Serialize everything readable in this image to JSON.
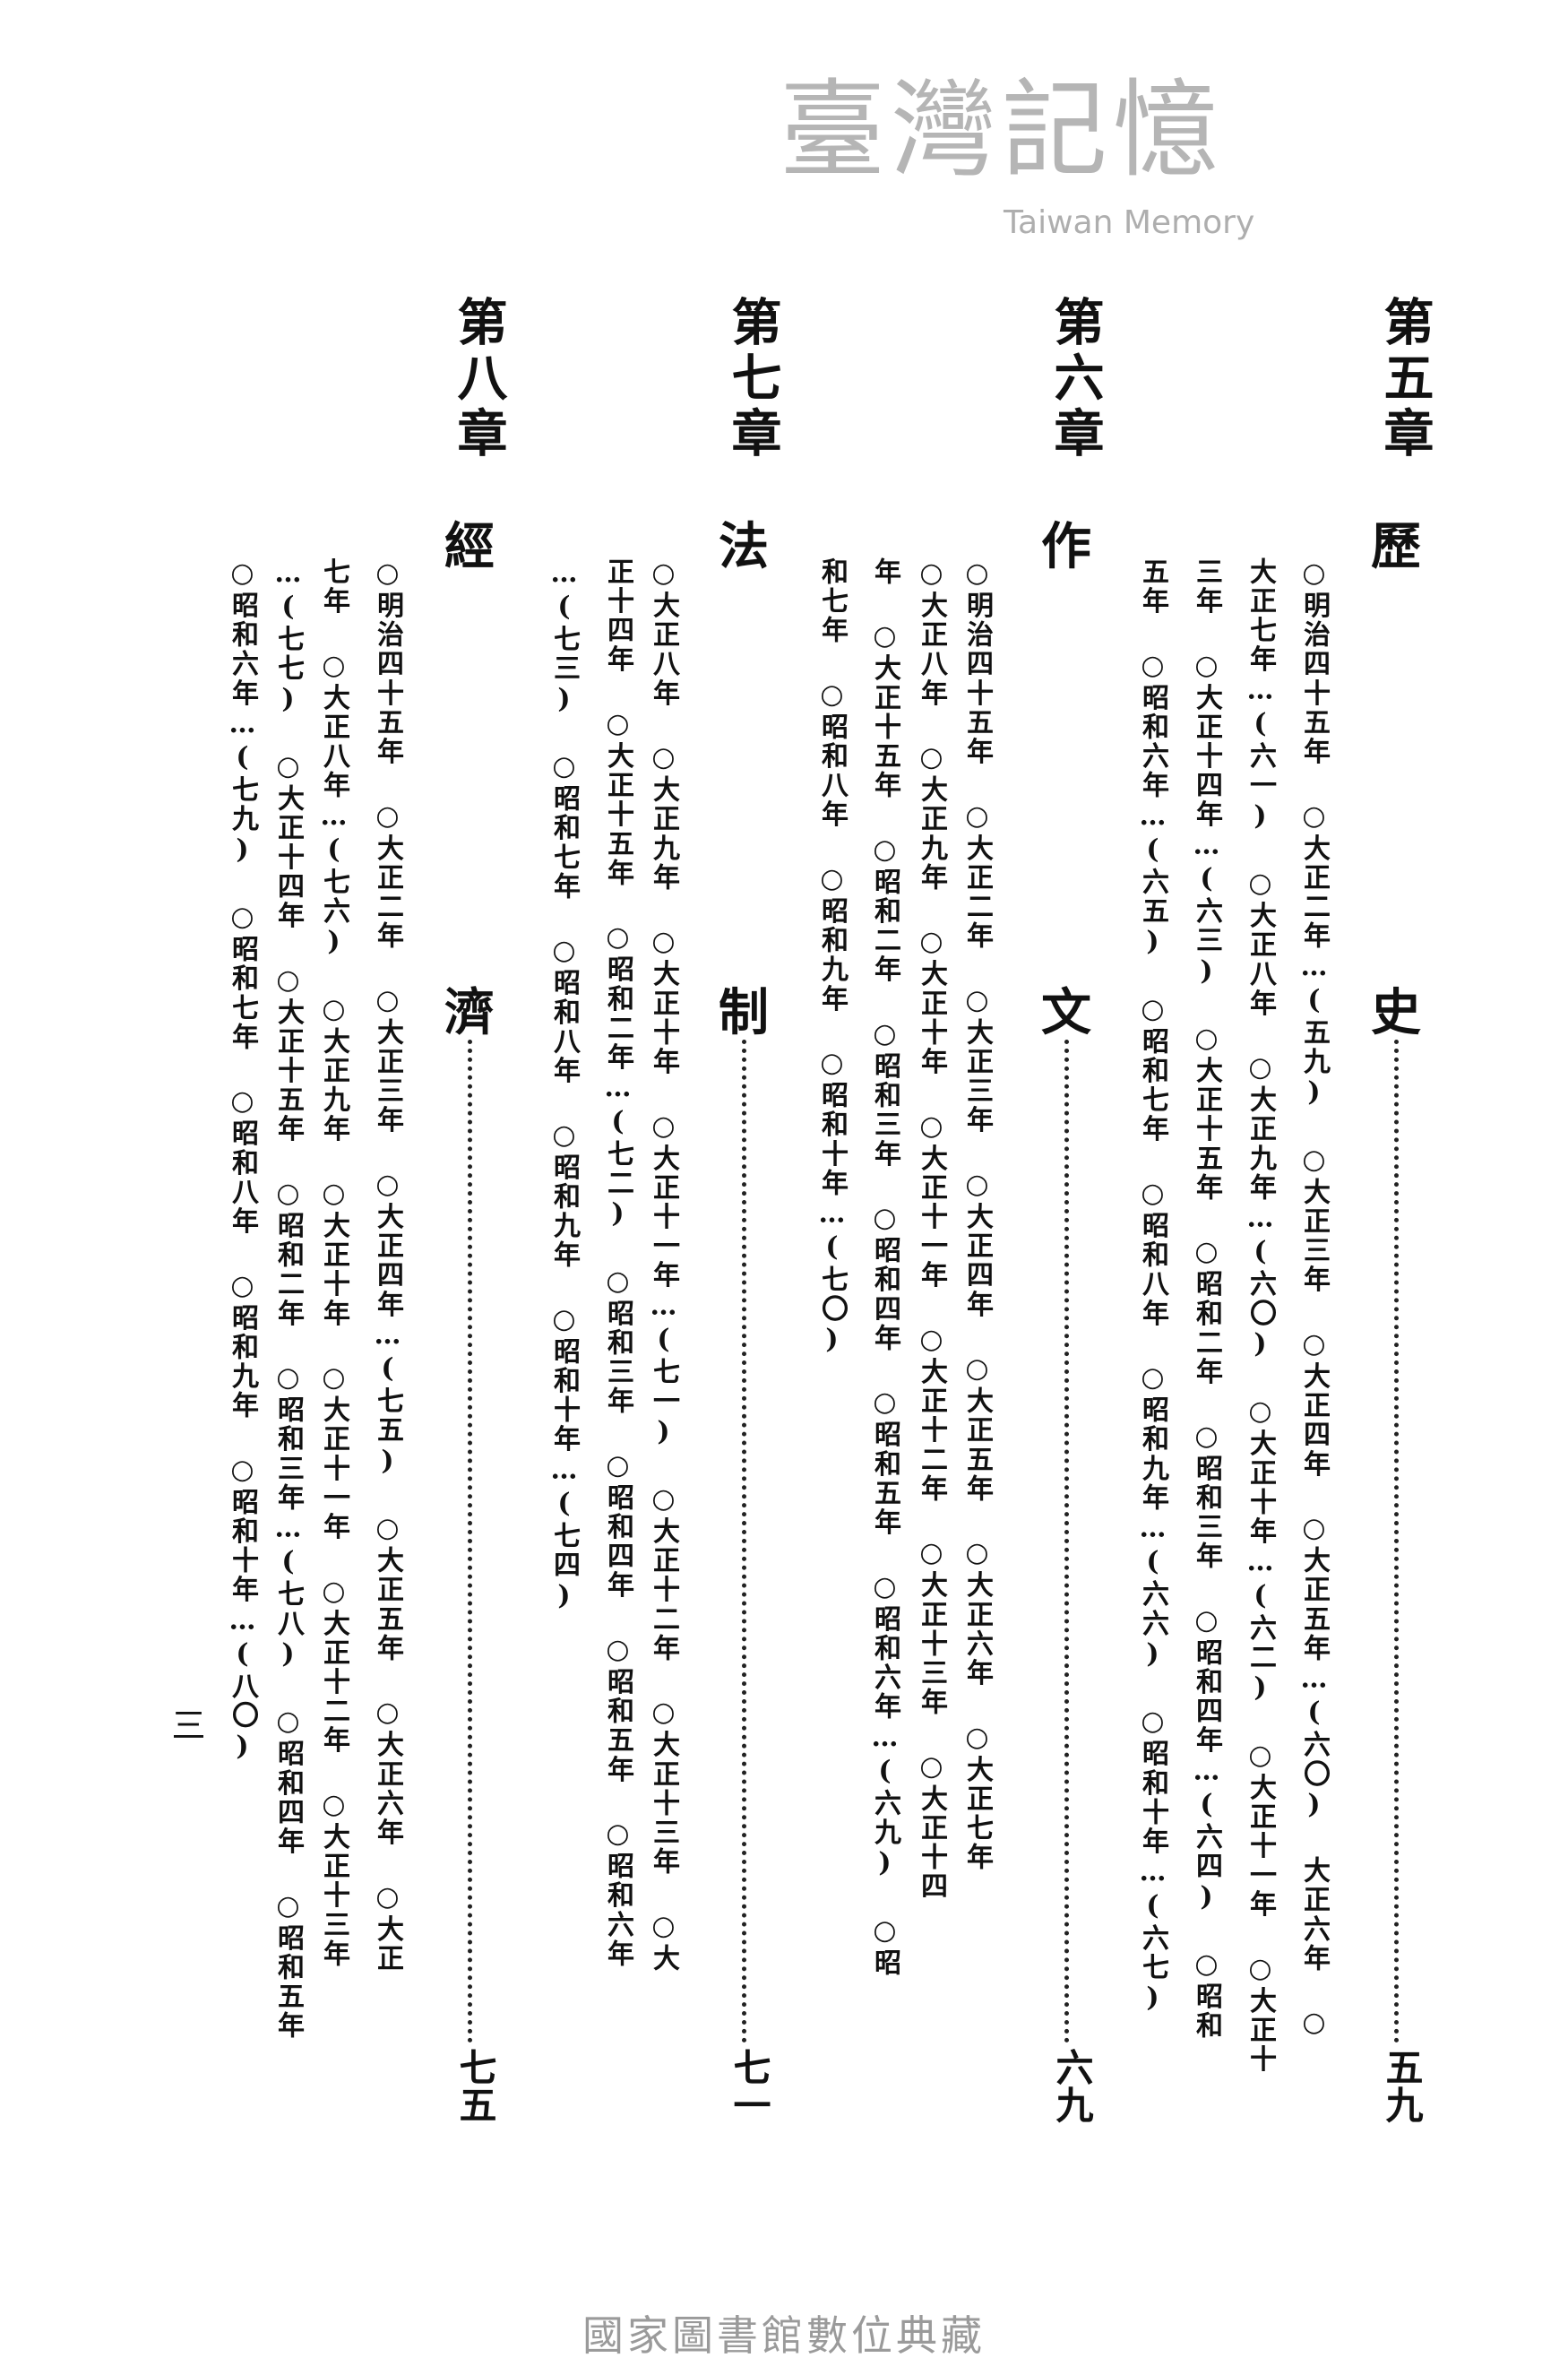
{
  "chapters": [
    {
      "label": "第五章",
      "title": [
        "歷",
        "史"
      ],
      "page": "五九",
      "lines": [
        "○明治四十五年 ○大正二年…(五九) ○大正三年 ○大正四年 ○大正五年…(六〇) 大正六年 ○",
        "大正七年…(六一) ○大正八年 ○大正九年…(六〇) ○大正十年…(六二) ○大正十一年 ○大正十",
        "三年 ○大正十四年…(六三) ○大正十五年 ○昭和二年 ○昭和三年 ○昭和四年…(六四) ○昭和",
        "五年 ○昭和六年…(六五) ○昭和七年 ○昭和八年 ○昭和九年…(六六) ○昭和十年…(六七)"
      ]
    },
    {
      "label": "第六章",
      "title": [
        "作",
        "文"
      ],
      "page": "六九",
      "lines": [
        "○明治四十五年 ○大正二年 ○大正三年 ○大正四年 ○大正五年 ○大正六年 ○大正七年",
        "○大正八年 ○大正九年 ○大正十年 ○大正十一年 ○大正十二年 ○大正十三年 ○大正十四",
        "年 ○大正十五年 ○昭和二年 ○昭和三年 ○昭和四年 ○昭和五年 ○昭和六年…(六九) ○昭",
        "和七年 ○昭和八年 ○昭和九年 ○昭和十年…(七〇)"
      ]
    },
    {
      "label": "第七章",
      "title": [
        "法",
        "制"
      ],
      "page": "七一",
      "lines": [
        "○大正八年 ○大正九年 ○大正十年 ○大正十一年…(七一) ○大正十二年 ○大正十三年 ○大",
        "正十四年 ○大正十五年 ○昭和二年…(七二) ○昭和三年 ○昭和四年 ○昭和五年 ○昭和六年",
        "…(七三) ○昭和七年 ○昭和八年 ○昭和九年 ○昭和十年…(七四)"
      ]
    },
    {
      "label": "第八章",
      "title": [
        "經",
        "濟"
      ],
      "page": "七五",
      "lines": [
        "○明治四十五年 ○大正二年 ○大正三年 ○大正四年…(七五) ○大正五年 ○大正六年 ○大正",
        "七年 ○大正八年…(七六) ○大正九年 ○大正十年 ○大正十一年 ○大正十二年 ○大正十三年",
        "…(七七) ○大正十四年 ○大正十五年 ○昭和二年 ○昭和三年…(七八) ○昭和四年 ○昭和五年",
        "○昭和六年…(七九) ○昭和七年 ○昭和八年 ○昭和九年 ○昭和十年…(八〇)"
      ]
    }
  ],
  "page_number": "三",
  "watermark": {
    "zh": "臺灣記憶",
    "en": "Taiwan Memory"
  },
  "footer": "國家圖書館數位典藏"
}
